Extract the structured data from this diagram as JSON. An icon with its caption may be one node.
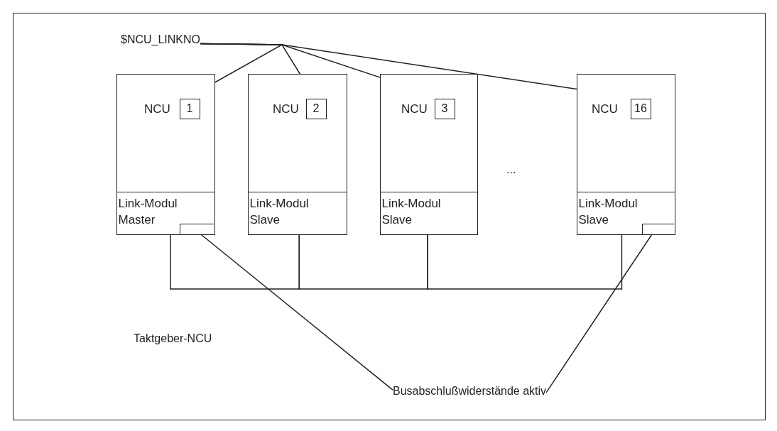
{
  "diagram": {
    "nodes": [
      {
        "text": [
          "$NCU_LINKNO"
        ]
      },
      {
        "text": [
          "NCU"
        ]
      },
      {
        "text": [
          "1"
        ],
        "in": 1
      },
      {
        "text": [
          "Link-Modul Master"
        ],
        "in": 1
      },
      {
        "text": [],
        "shape": "box",
        "in": 3
      },
      {
        "text": [
          "NCU"
        ]
      },
      {
        "text": [
          "2"
        ],
        "in": 5
      },
      {
        "text": [
          "Link-Modul Slave"
        ],
        "in": 5
      },
      {
        "text": [
          "NCU"
        ]
      },
      {
        "text": [
          "3"
        ],
        "in": 8
      },
      {
        "text": [
          "Link-Modul Slave"
        ],
        "in": 8
      },
      {
        "text": [
          "NCU"
        ]
      },
      {
        "text": [
          "16"
        ],
        "in": 11
      },
      {
        "text": [
          "Link-Modul Slave"
        ],
        "in": 11
      },
      {
        "text": [],
        "shape": "box",
        "in": 13
      },
      {
        "text": [
          "Busabschlußwiderstände aktiv"
        ]
      }
    ],
    "edges": [
      {
        "from": 0,
        "to": 2,
        "arrow": "none"
      },
      {
        "from": 0,
        "to": 6,
        "arrow": "none"
      },
      {
        "from": 0,
        "to": 9,
        "arrow": "none"
      },
      {
        "from": 0,
        "to": 12,
        "arrow": "none"
      },
      {
        "from": 3,
        "to": 7,
        "arrow": "none"
      },
      {
        "from": 7,
        "to": 10,
        "arrow": "none"
      },
      {
        "from": 10,
        "to": 13,
        "arrow": "none"
      },
      {
        "from": 15,
        "to": 4,
        "arrow": "none"
      },
      {
        "from": 15,
        "to": 14,
        "arrow": "none"
      }
    ],
    "labels": [
      "...",
      "Taktgeber-NCU"
    ]
  }
}
